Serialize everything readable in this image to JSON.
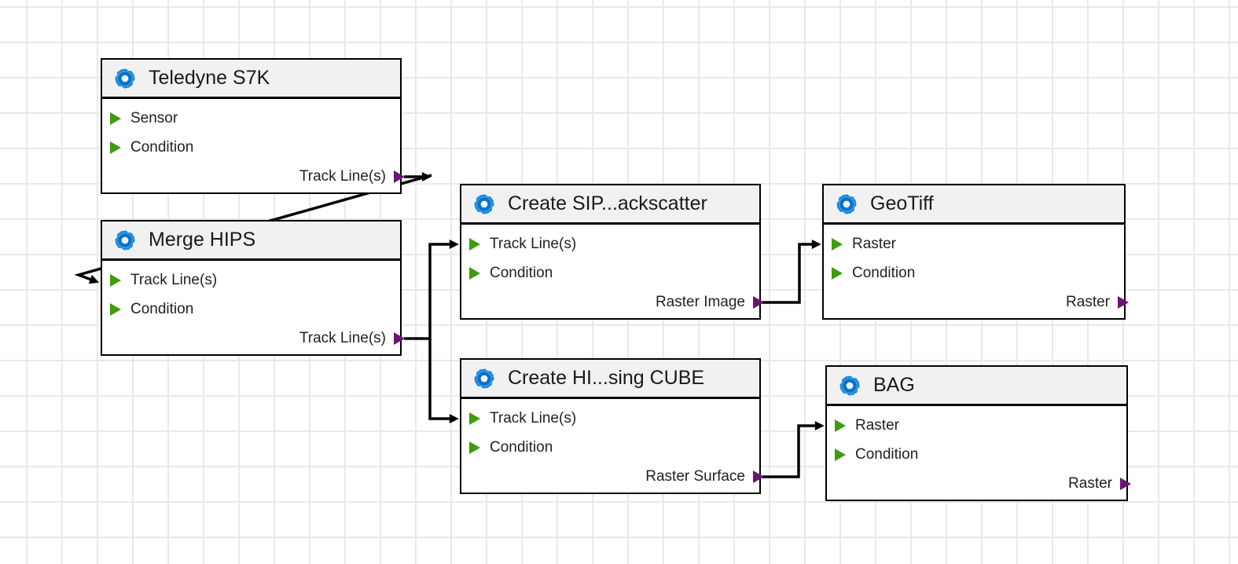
{
  "nodes": [
    {
      "title": "Teledyne S7K",
      "inputs": [
        "Sensor",
        "Condition"
      ],
      "output": "Track Line(s)"
    },
    {
      "title": "Merge HIPS",
      "inputs": [
        "Track Line(s)",
        "Condition"
      ],
      "output": "Track Line(s)"
    },
    {
      "title": "Create SIP...ackscatter",
      "inputs": [
        "Track Line(s)",
        "Condition"
      ],
      "output": "Raster Image"
    },
    {
      "title": "Create HI...sing CUBE",
      "inputs": [
        "Track Line(s)",
        "Condition"
      ],
      "output": "Raster Surface"
    },
    {
      "title": "GeoTiff",
      "inputs": [
        "Raster",
        "Condition"
      ],
      "output": "Raster"
    },
    {
      "title": "BAG",
      "inputs": [
        "Raster",
        "Condition"
      ],
      "output": "Raster"
    }
  ],
  "connections": [
    {
      "from": "Teledyne S7K.Track Line(s)",
      "to": "Merge HIPS.Track Line(s)"
    },
    {
      "from": "Merge HIPS.Track Line(s)",
      "to": "Create SIP...ackscatter.Track Line(s)"
    },
    {
      "from": "Merge HIPS.Track Line(s)",
      "to": "Create HI...sing CUBE.Track Line(s)"
    },
    {
      "from": "Create SIP...ackscatter.Raster Image",
      "to": "GeoTiff.Raster"
    },
    {
      "from": "Create HI...sing CUBE.Raster Surface",
      "to": "BAG.Raster"
    }
  ],
  "colors": {
    "input_port": "#3e9c0d",
    "output_port": "#6d1570",
    "wire": "#000000",
    "node_border": "#000000",
    "header_bg": "#f1f1f1",
    "grid": "#e9e9e9",
    "gear_blue": "#1583d6",
    "canvas_bg": "#ffffff"
  }
}
